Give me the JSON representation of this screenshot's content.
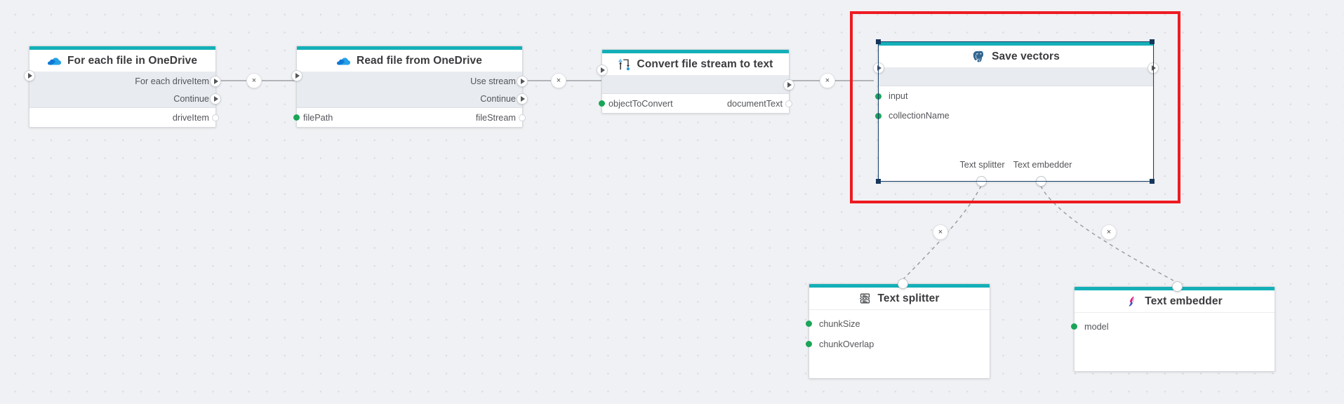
{
  "canvas": {
    "background_color": "#f0f1f4",
    "grid_dot_color": "#d9dbe0",
    "accent_color": "#14b0b8",
    "selection_color": "#16365c",
    "highlight_box_color": "#ee1b22",
    "input_dot_color": "#1aa558"
  },
  "nodes": [
    {
      "id": "for-each-file-in-onedrive",
      "title": "For each file in OneDrive",
      "icon": "onedrive-cloud-icon",
      "control_rows": [
        {
          "label": "For each driveItem"
        },
        {
          "label": "Continue"
        }
      ],
      "data_rows": [
        {
          "left": "",
          "right": "driveItem"
        }
      ]
    },
    {
      "id": "read-file-from-onedrive",
      "title": "Read file from OneDrive",
      "icon": "onedrive-cloud-icon",
      "control_rows": [
        {
          "label": "Use stream"
        },
        {
          "label": "Continue"
        }
      ],
      "data_rows": [
        {
          "left": "filePath",
          "right": "fileStream"
        }
      ]
    },
    {
      "id": "convert-file-stream-to-text",
      "title": "Convert file stream to text",
      "icon": "convert-stream-icon",
      "control_rows": [
        {
          "label": ""
        }
      ],
      "data_rows": [
        {
          "left": "objectToConvert",
          "right": "documentText"
        }
      ]
    },
    {
      "id": "save-vectors",
      "title": "Save vectors",
      "icon": "postgresql-elephant-icon",
      "selected": true,
      "control_rows": [
        {
          "label": ""
        }
      ],
      "inputs": [
        {
          "label": "input"
        },
        {
          "label": "collectionName"
        }
      ],
      "sub_connectors": [
        {
          "label": "Text splitter"
        },
        {
          "label": "Text embedder"
        }
      ]
    },
    {
      "id": "text-splitter",
      "title": "Text splitter",
      "icon": "text-splitter-icon",
      "inputs": [
        {
          "label": "chunkSize"
        },
        {
          "label": "chunkOverlap"
        }
      ]
    },
    {
      "id": "text-embedder",
      "title": "Text embedder",
      "icon": "text-embedder-icon",
      "inputs": [
        {
          "label": "model"
        }
      ]
    }
  ],
  "edges": [
    {
      "id": "edge-1",
      "from": "for-each-file-in-onedrive",
      "to": "read-file-from-onedrive",
      "remove_label": "×"
    },
    {
      "id": "edge-2",
      "from": "read-file-from-onedrive",
      "to": "convert-file-stream-to-text",
      "remove_label": "×"
    },
    {
      "id": "edge-3",
      "from": "convert-file-stream-to-text",
      "to": "save-vectors",
      "remove_label": "×"
    },
    {
      "id": "edge-4",
      "from": "save-vectors",
      "to": "text-splitter",
      "remove_label": "×"
    },
    {
      "id": "edge-5",
      "from": "save-vectors",
      "to": "text-embedder",
      "remove_label": "×"
    }
  ]
}
